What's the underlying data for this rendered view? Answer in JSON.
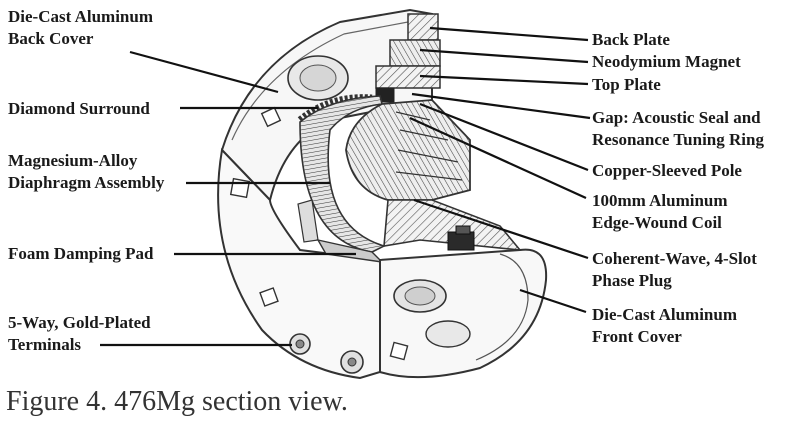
{
  "diagram": {
    "labels_left": [
      {
        "id": "back-cover",
        "text": "Die-Cast Aluminum\nBack Cover"
      },
      {
        "id": "diamond-surround",
        "text": "Diamond Surround"
      },
      {
        "id": "diaphragm",
        "text": "Magnesium-Alloy\nDiaphragm Assembly"
      },
      {
        "id": "foam-pad",
        "text": "Foam Damping Pad"
      },
      {
        "id": "terminals",
        "text": "5-Way, Gold-Plated\nTerminals"
      }
    ],
    "labels_right": [
      {
        "id": "back-plate",
        "text": "Back Plate"
      },
      {
        "id": "magnet",
        "text": "Neodymium Magnet"
      },
      {
        "id": "top-plate",
        "text": "Top Plate"
      },
      {
        "id": "gap",
        "text": "Gap: Acoustic Seal and\nResonance Tuning Ring"
      },
      {
        "id": "pole",
        "text": "Copper-Sleeved Pole"
      },
      {
        "id": "coil",
        "text": "100mm Aluminum\nEdge-Wound Coil"
      },
      {
        "id": "phase-plug",
        "text": "Coherent-Wave, 4-Slot\nPhase Plug"
      },
      {
        "id": "front-cover",
        "text": "Die-Cast Aluminum\nFront Cover"
      }
    ]
  },
  "caption": "Figure 4. 476Mg section view."
}
